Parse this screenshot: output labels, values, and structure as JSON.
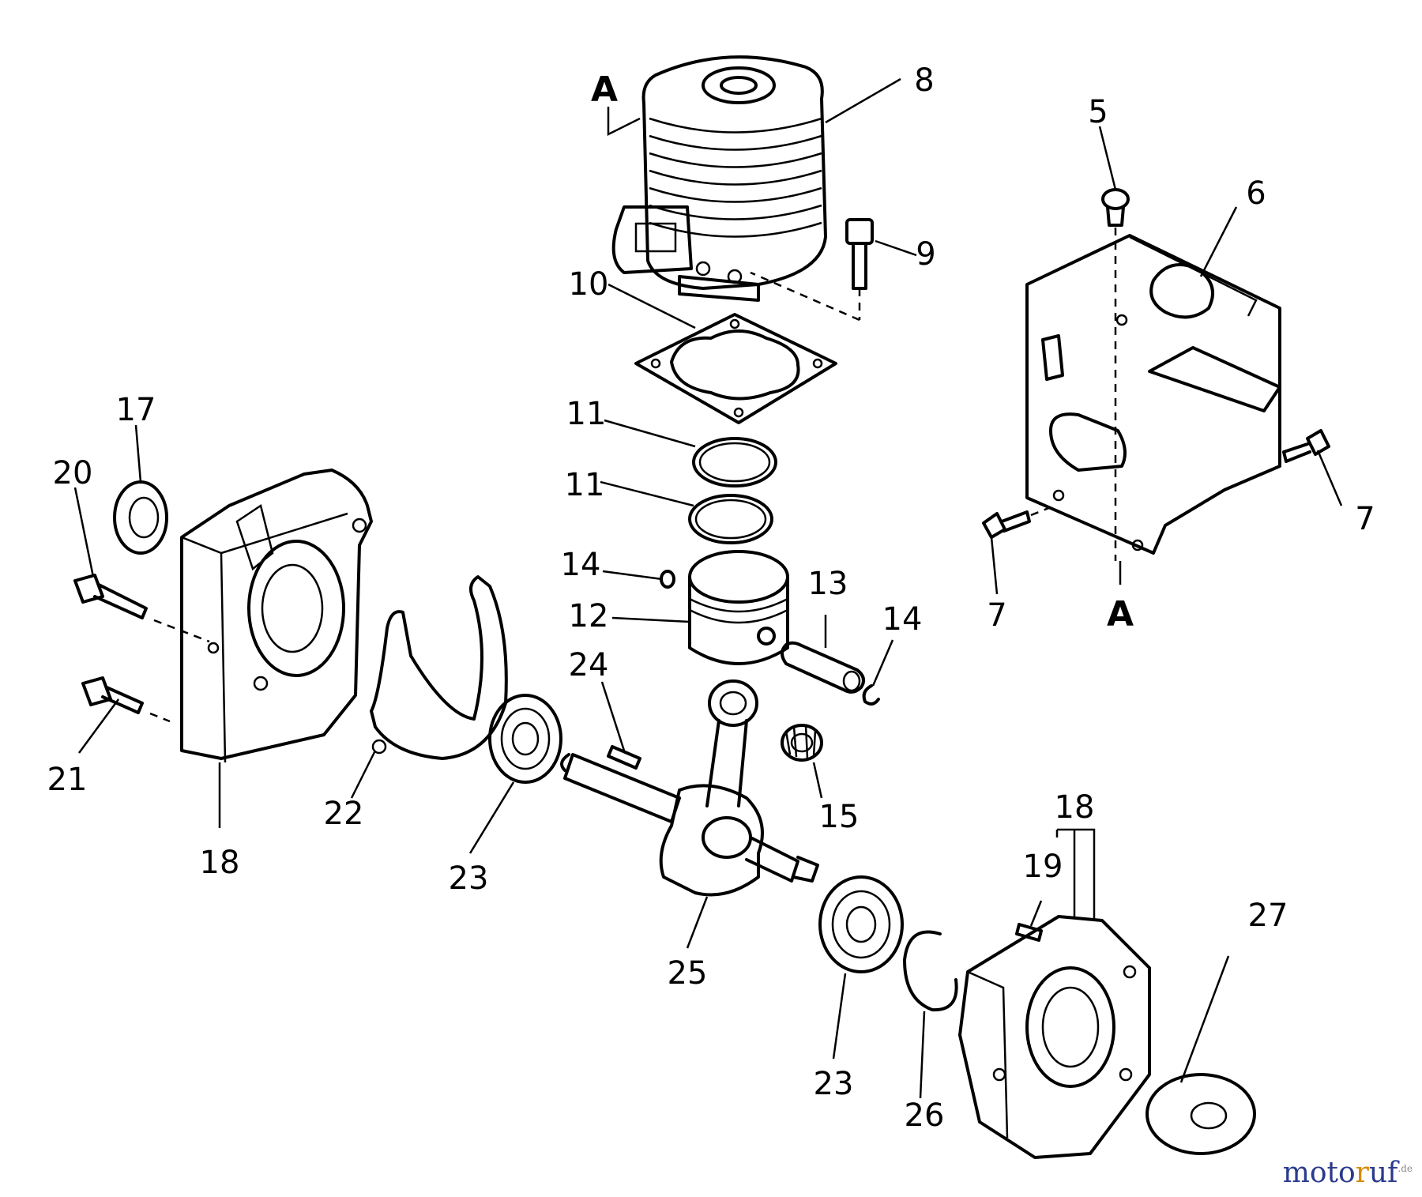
{
  "diagram": {
    "callouts": {
      "A_top": "A",
      "A_bottom": "A",
      "c5": "5",
      "c6": "6",
      "c7_left": "7",
      "c7_right": "7",
      "c8": "8",
      "c9": "9",
      "c10": "10",
      "c11_upper": "11",
      "c11_lower": "11",
      "c12": "12",
      "c13": "13",
      "c14_left": "14",
      "c14_right": "14",
      "c15": "15",
      "c17": "17",
      "c18_left": "18",
      "c18_right": "18",
      "c19": "19",
      "c20": "20",
      "c21": "21",
      "c22": "22",
      "c23_left": "23",
      "c23_right": "23",
      "c24": "24",
      "c25": "25",
      "c26": "26",
      "c27": "27"
    }
  },
  "watermark": {
    "part1": "moto",
    "part2": "r",
    "part3": "uf",
    "suffix": ".de"
  },
  "colors": {
    "ink": "#000000",
    "background": "#ffffff",
    "brand_blue": "#2a3a8c",
    "brand_orange": "#d98a00"
  }
}
